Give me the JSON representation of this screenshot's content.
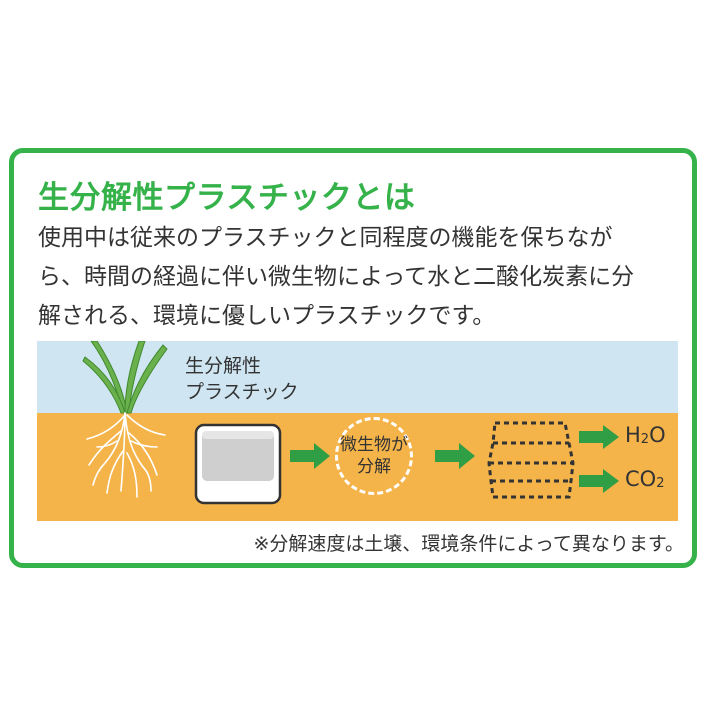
{
  "title": "生分解性プラスチックとは",
  "description_lines": [
    "使用中は従来のプラスチックと同程度の機能を保ちなが",
    "ら、時間の経過に伴い微生物によって水と二酸化炭素に分",
    "解される、環境に優しいプラスチックです。"
  ],
  "diagram": {
    "material_label_lines": [
      "生分解性",
      "プラスチック"
    ],
    "microbe_lines": [
      "微生物が",
      "分解"
    ],
    "outputs": [
      {
        "main": "H",
        "sub": "2",
        "tail": "O"
      },
      {
        "main": "CO",
        "sub": "2",
        "tail": ""
      }
    ]
  },
  "note": "※分解速度は土壌、環境条件によって異なります。",
  "colors": {
    "accent": "#35b24a",
    "sky": "#cfe6f2",
    "soil": "#f4b44a",
    "arrow": "#2f9e45"
  }
}
